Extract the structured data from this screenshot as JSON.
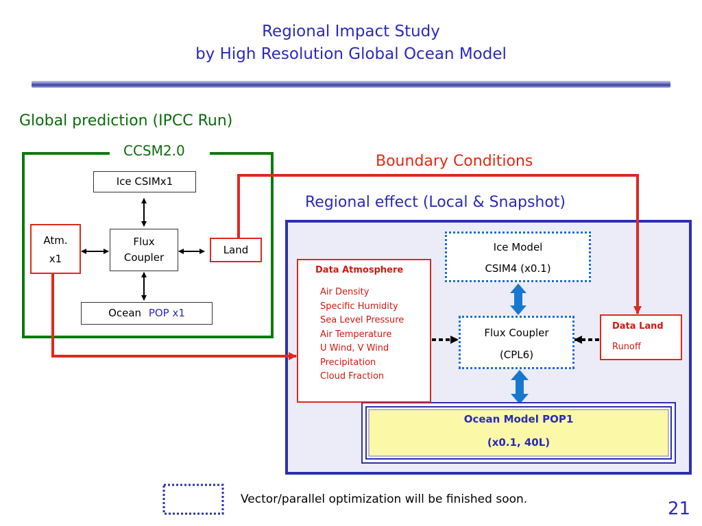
{
  "title": {
    "line1": "Regional Impact Study",
    "line2": "by High Resolution Global Ocean Model"
  },
  "global_prediction": "Global prediction  (IPCC Run)",
  "ccsm": {
    "label": "CCSM2.0",
    "ice": "Ice  CSIMx1",
    "atm_line1": "Atm.",
    "atm_line2": "x1",
    "flux_line1": "Flux",
    "flux_line2": "Coupler",
    "land": "Land",
    "ocean_prefix": "Ocean",
    "ocean_model": "POP x1"
  },
  "boundary_conditions": "Boundary Conditions",
  "regional_effect": "Regional effect  (Local & Snapshot)",
  "regional": {
    "ice_model_line1": "Ice Model",
    "ice_model_line2": "CSIM4  (x0.1)",
    "flux_coupler_line1": "Flux Coupler",
    "flux_coupler_line2": "(CPL6)",
    "data_atmosphere_title": "Data Atmosphere",
    "data_atmosphere_items": [
      "Air Density",
      "Specific Humidity",
      "Sea Level Pressure",
      "Air Temperature",
      "U Wind, V Wind",
      "Precipitation",
      "Cloud Fraction"
    ],
    "data_land_title": "Data Land",
    "data_land_item": "Runoff",
    "ocean_model_line1": "Ocean Model  POP1",
    "ocean_model_line2": "(x0.1, 40L)"
  },
  "legend_text": "Vector/parallel optimization will be finished soon.",
  "page_number": "21",
  "colors": {
    "title_blue": "#2a2ab8",
    "green": "#0b7a0b",
    "red": "#e0281c",
    "navy": "#2b2fb0",
    "dotted_blue": "#1b6bd1",
    "arrow_blue": "#1878d0",
    "ocean_fill": "#fbf8a8"
  }
}
